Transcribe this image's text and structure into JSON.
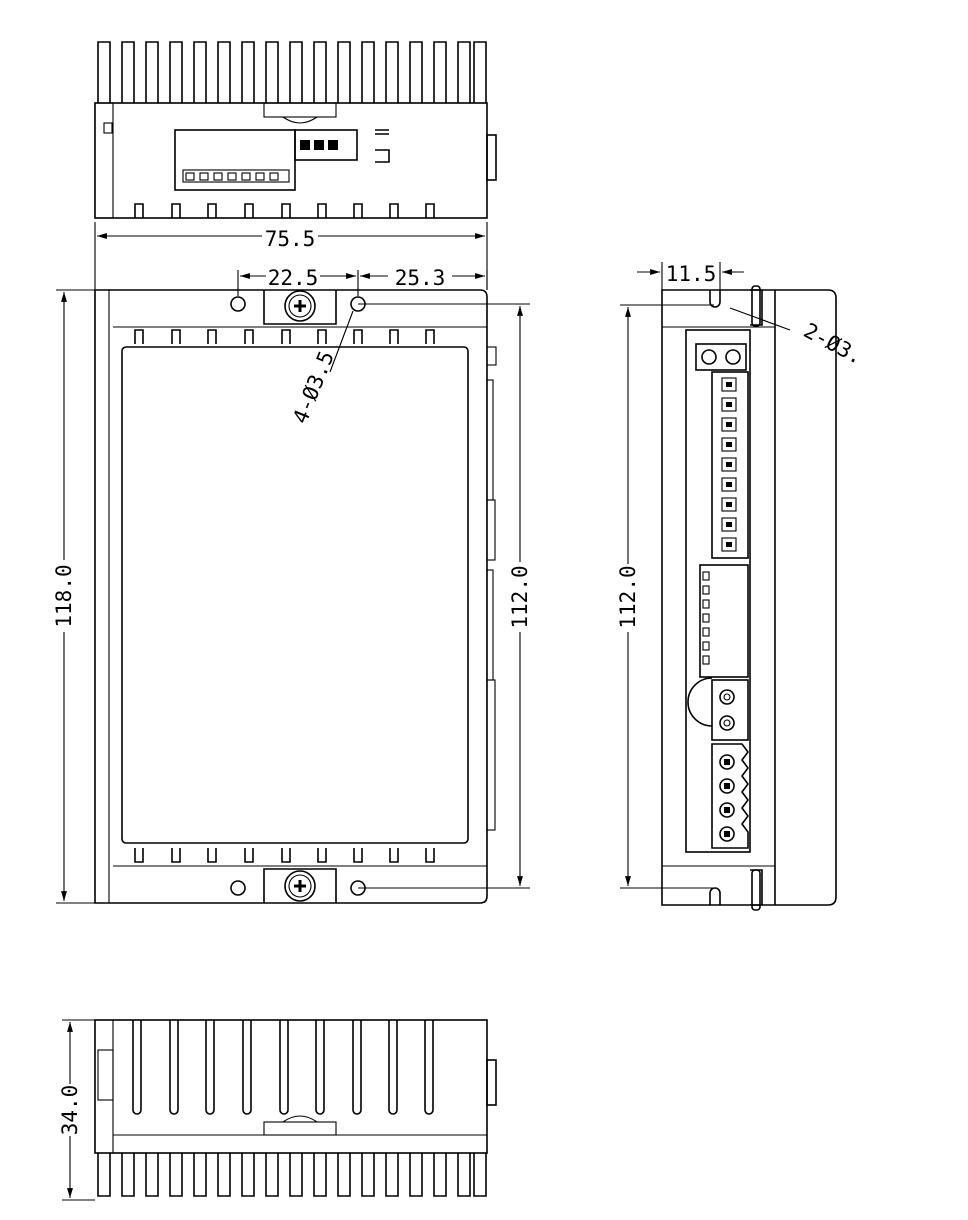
{
  "diagram": {
    "type": "mechanical-dimension-drawing",
    "units_shown": "none",
    "views": [
      "top-view",
      "front-view",
      "side-view",
      "bottom-view"
    ]
  },
  "dimensions": {
    "overall_width": "75.5",
    "hole_spacing_left": "22.5",
    "hole_spacing_right": "25.3",
    "mount_holes": "4-Ø3.5",
    "overall_height": "118.0",
    "hole_pitch_front": "112.0",
    "side_offset": "11.5",
    "side_slots": "2-Ø3.",
    "hole_pitch_side": "112.0",
    "depth": "34.0"
  }
}
